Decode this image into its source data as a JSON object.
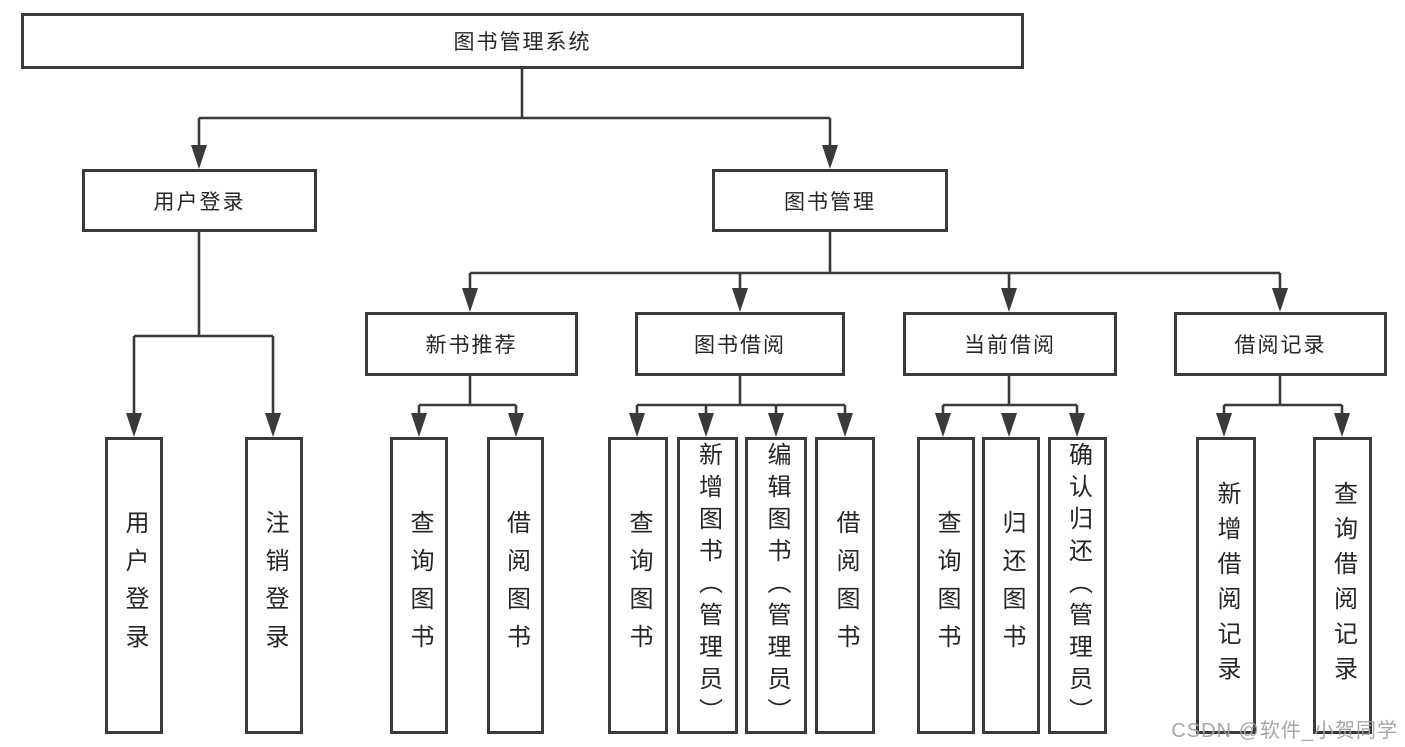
{
  "tree": {
    "root": "图书管理系统",
    "children": [
      {
        "label": "用户登录",
        "leaves": [
          "用户登录",
          "注销登录"
        ]
      },
      {
        "label": "图书管理",
        "children": [
          {
            "label": "新书推荐",
            "leaves": [
              "查询图书",
              "借阅图书"
            ]
          },
          {
            "label": "图书借阅",
            "leaves": [
              "查询图书",
              "新增图书（管理员）",
              "编辑图书（管理员）",
              "借阅图书"
            ]
          },
          {
            "label": "当前借阅",
            "leaves": [
              "查询图书",
              "归还图书",
              "确认归还（管理员）"
            ]
          },
          {
            "label": "借阅记录",
            "leaves": [
              "新增借阅记录",
              "查询借阅记录"
            ]
          }
        ]
      }
    ]
  },
  "watermark": "CSDN @软件_小贺同学",
  "colors": {
    "line": "#3a3a3a",
    "text": "#262626",
    "watermark": "#9e9e9e",
    "background": "#ffffff"
  }
}
